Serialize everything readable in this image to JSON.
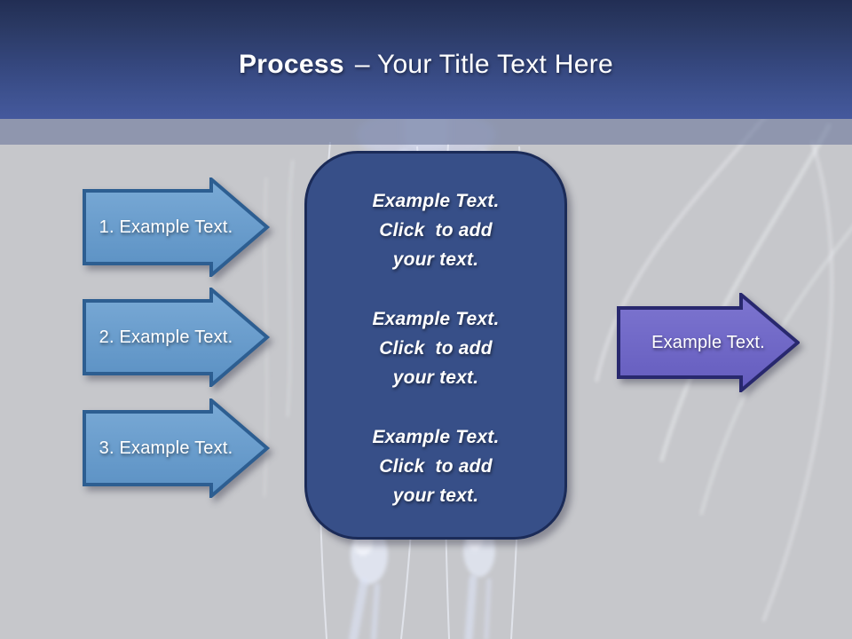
{
  "slide": {
    "header": {
      "title_bold": "Process",
      "title_rest": "– Your Title Text Here"
    },
    "left_arrows": [
      {
        "label": "1. Example Text."
      },
      {
        "label": "2. Example Text."
      },
      {
        "label": "3. Example Text."
      }
    ],
    "center_box": {
      "paragraphs": [
        {
          "lines": [
            "Example Text.",
            "Click  to add",
            "your text."
          ]
        },
        {
          "lines": [
            "Example Text.",
            "Click  to add",
            "your text."
          ]
        },
        {
          "lines": [
            "Example Text.",
            "Click  to add",
            "your text."
          ]
        }
      ]
    },
    "right_arrow": {
      "label": "Example Text."
    },
    "background": {
      "motif": "faint x-ray skeleton legs with white smoke wisps"
    },
    "colors": {
      "header_top": "#222e54",
      "header_bottom": "#45599d",
      "sub_strip": "#9299b4",
      "body_bg": "#c6c7cb",
      "left_arrow_fill": "#679ecf",
      "left_arrow_stroke": "#2d5e91",
      "right_arrow_fill": "#7069c8",
      "right_arrow_stroke": "#28286e",
      "box_fill": "#374f88",
      "box_border": "#1b2b58",
      "text": "#ffffff"
    }
  }
}
